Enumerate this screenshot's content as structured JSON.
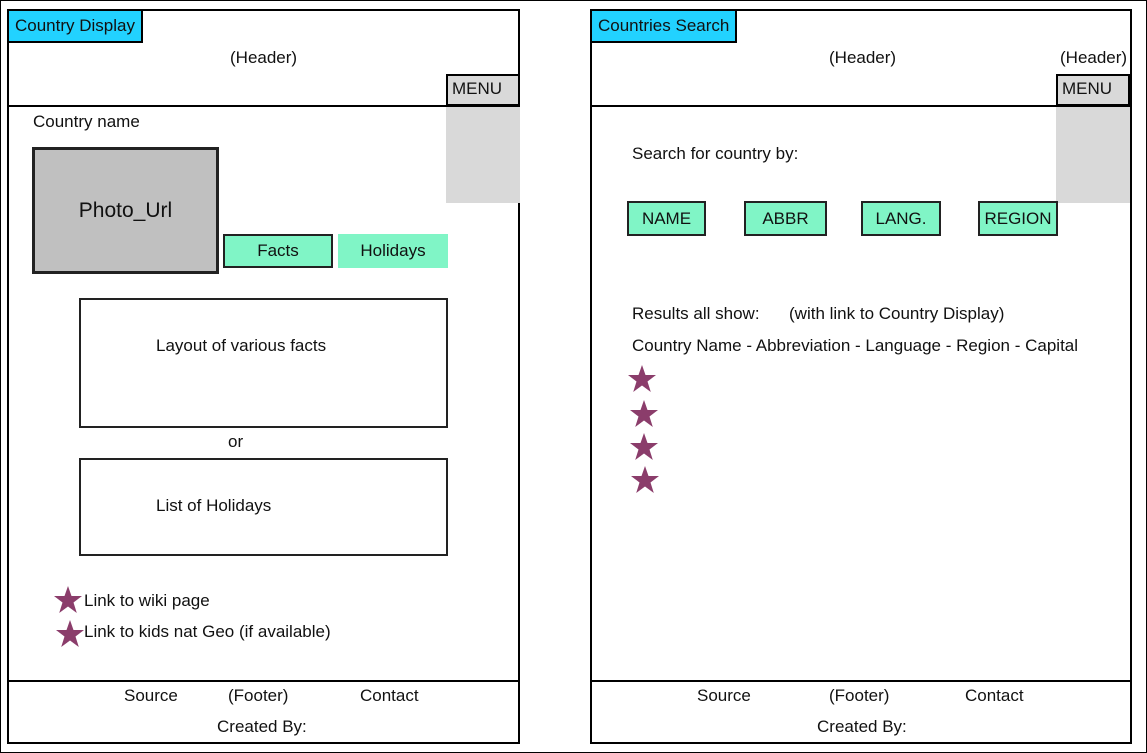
{
  "colors": {
    "tag_blue": "#22d2ff",
    "green_button": "#80f5c6",
    "menu_gray": "#d9d9d9",
    "photo_gray": "#c0c0c0",
    "star_purple": "#8b3d6b"
  },
  "country_display": {
    "tag": "Country Display",
    "header": "(Header)",
    "menu": "MENU",
    "country_name": "Country name",
    "photo": "Photo_Url",
    "facts_button": "Facts",
    "holidays_button": "Holidays",
    "facts_box": "Layout of various facts",
    "or_text": "or",
    "holidays_box": "List of Holidays",
    "links": [
      "Link to wiki page",
      "Link to kids nat Geo (if available)"
    ],
    "footer": {
      "source": "Source",
      "label": "(Footer)",
      "contact": "Contact",
      "created_by": "Created By:"
    }
  },
  "countries_search": {
    "tag": "Countries Search",
    "header": "(Header)",
    "header_right": "(Header)",
    "menu": "MENU",
    "search_prompt": "Search for country by:",
    "search_buttons": [
      "NAME",
      "ABBR",
      "LANG.",
      "REGION"
    ],
    "results_label": "Results all show:",
    "results_note": "(with link to Country Display)",
    "results_columns": "Country Name - Abbreviation - Language - Region - Capital",
    "footer": {
      "source": "Source",
      "label": "(Footer)",
      "contact": "Contact",
      "created_by": "Created By:"
    }
  }
}
